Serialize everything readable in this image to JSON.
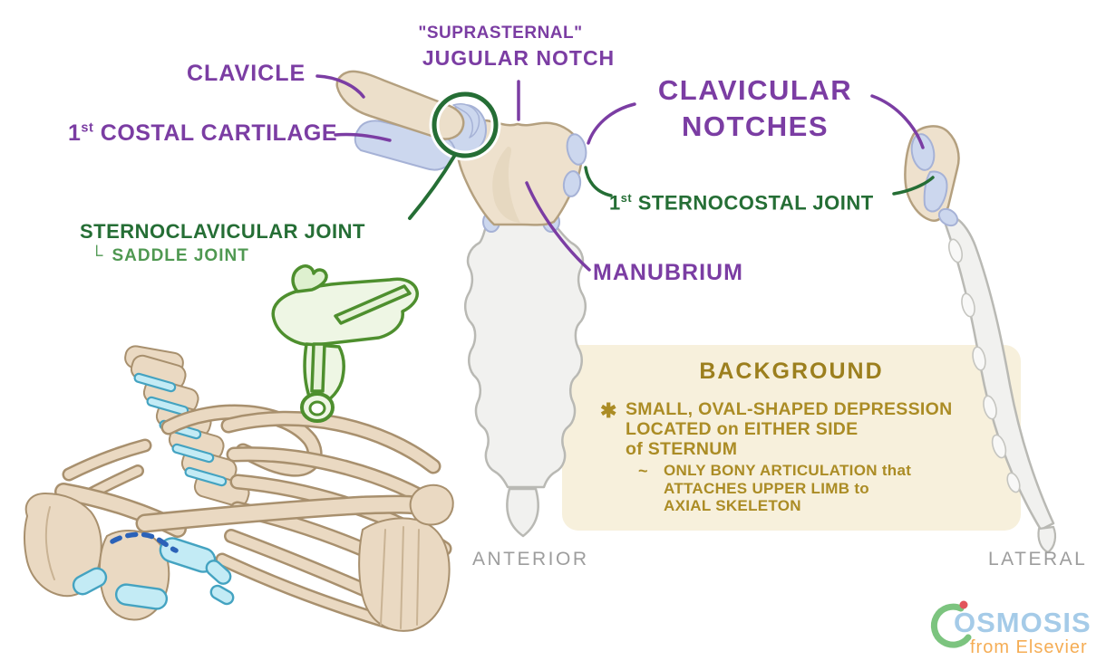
{
  "labels": {
    "clavicle": "CLAVICLE",
    "suprasternal_quoted": "\"SUPRASTERNAL\"",
    "jugular_notch": "JUGULAR NOTCH",
    "clavicular_notches": {
      "line1": "CLAVICULAR",
      "line2": "NOTCHES"
    },
    "first_costal_cartilage": {
      "num": "1",
      "sup": "st",
      "rest": " COSTAL CARTILAGE"
    },
    "first_sternocostal_joint": {
      "num": "1",
      "sup": "st",
      "rest": " STERNOCOSTAL JOINT"
    },
    "sternoclavicular_joint": "STERNOCLAVICULAR JOINT",
    "saddle_joint": {
      "prefix": "└",
      "text": "SADDLE JOINT"
    },
    "manubrium": "MANUBRIUM"
  },
  "background_box": {
    "title": "BACKGROUND",
    "bullets": [
      {
        "marker": "✱",
        "lines": [
          "SMALL, OVAL-SHAPED DEPRESSION",
          "LOCATED on EITHER SIDE",
          "of STERNUM"
        ]
      },
      {
        "marker": "~",
        "lines": [
          "ONLY BONY ARTICULATION that",
          "ATTACHES UPPER LIMB to",
          "AXIAL SKELETON"
        ]
      }
    ]
  },
  "captions": {
    "anterior": "ANTERIOR",
    "lateral": "LATERAL"
  },
  "logo": {
    "brand": "OSMOSIS",
    "subtitle": "from Elsevier"
  },
  "colors": {
    "label_purple": "#7b3da3",
    "label_green_dark": "#256e35",
    "label_green_light": "#4f9851",
    "box_title_gold": "#9c7f1e",
    "box_text_gold": "#ab8c25",
    "box_bg_cream": "#f7f0dc",
    "bone_tan": "#ecdfca",
    "bone_tan_stroke": "#b4a07f",
    "bone_gray": "#f1f1ef",
    "bone_gray_stroke": "#b9b9b4",
    "cartilage_blue": "#ccd7ee",
    "cartilage_blue_stroke": "#a6b2d6",
    "cartilage_cyan": "#c3ebf5",
    "cartilage_cyan_stroke": "#44a3c1",
    "dashed_notch_blue": "#2b62b8",
    "highlight_circle_green": "#256e35",
    "saddle_green": "#4e8f2e",
    "caption_gray": "#9d9d9d",
    "logo_blue": "#a5cbe8",
    "logo_green": "#7cc47f",
    "logo_red": "#e2555c",
    "logo_orange": "#f5ad55"
  }
}
